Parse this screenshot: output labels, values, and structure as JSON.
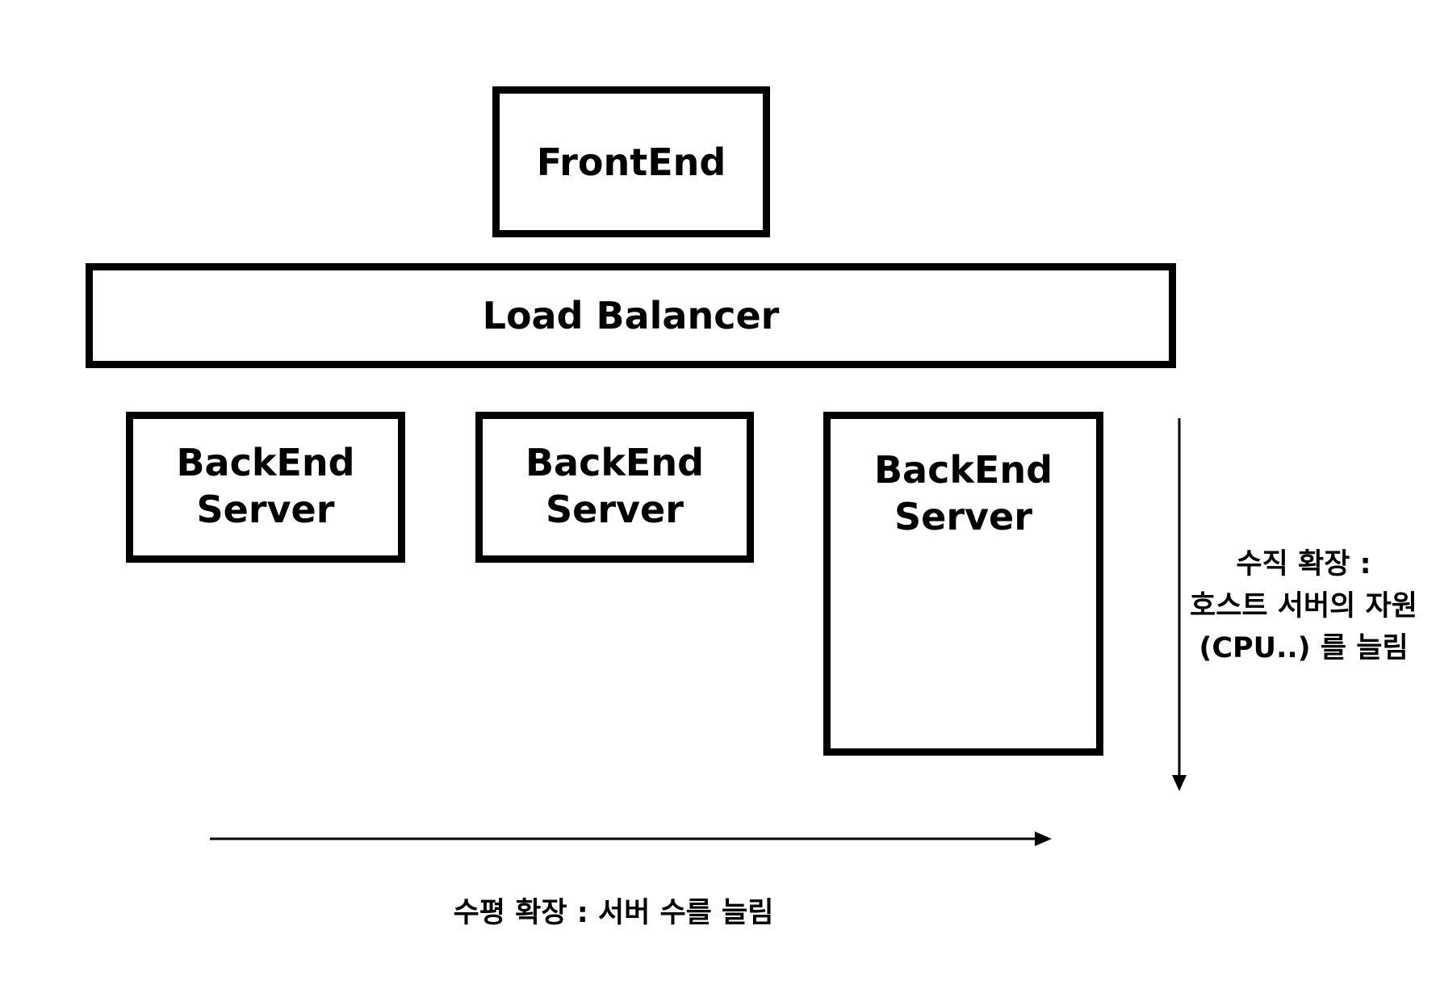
{
  "nodes": {
    "frontend": "FrontEnd",
    "load_balancer": "Load Balancer",
    "backend_1": "BackEnd\nServer",
    "backend_2": "BackEnd\nServer",
    "backend_3": "BackEnd\nServer"
  },
  "annotations": {
    "vertical_scaling": "수직 확장 :\n호스트 서버의 자원\n(CPU..) 를 늘림",
    "horizontal_scaling": "수평 확장 : 서버 수를 늘림"
  }
}
